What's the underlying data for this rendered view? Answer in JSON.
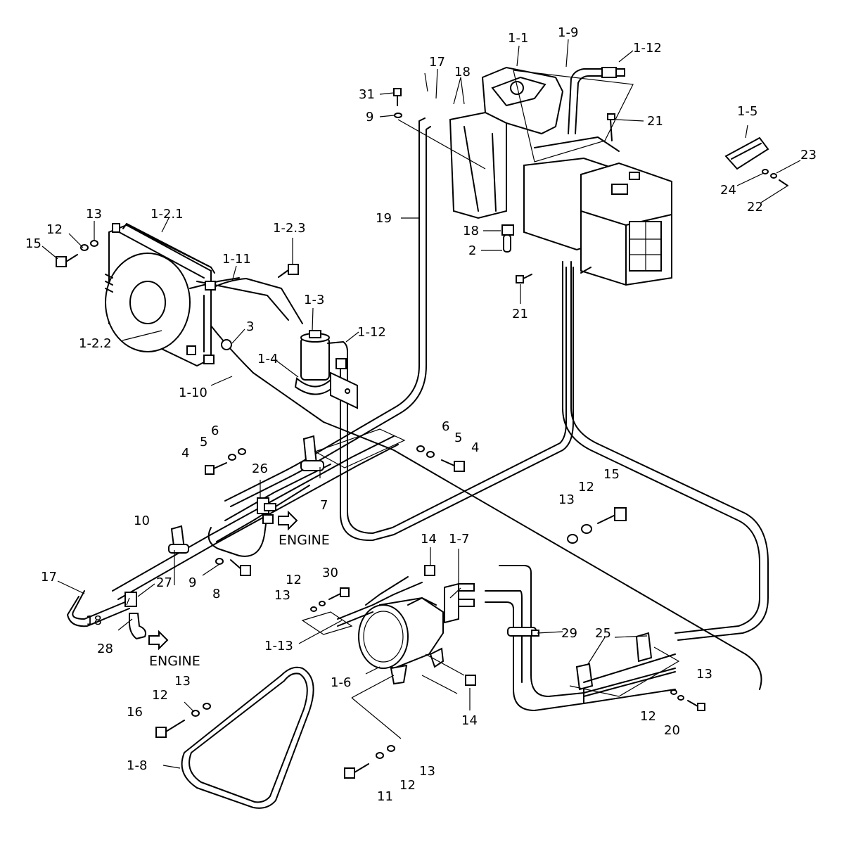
{
  "labels": {
    "l_1_1": "1-1",
    "l_1_9": "1-9",
    "l_1_12_top": "1-12",
    "l_17_top": "17",
    "l_18_top": "18",
    "l_31": "31",
    "l_9_top": "9",
    "l_21_top": "21",
    "l_1_5": "1-5",
    "l_23": "23",
    "l_24": "24",
    "l_22": "22",
    "l_13_rad": "13",
    "l_1_2_1": "1-2.1",
    "l_12_rad": "12",
    "l_15_rad": "15",
    "l_1_2_3": "1-2.3",
    "l_1_11": "1-11",
    "l_19": "19",
    "l_18_mid": "18",
    "l_2": "2",
    "l_21_bot": "21",
    "l_1_3": "1-3",
    "l_3": "3",
    "l_1_12_mid": "1-12",
    "l_1_2_2": "1-2.2",
    "l_1_4": "1-4",
    "l_1_10": "1-10",
    "l_6_left": "6",
    "l_5_left": "5",
    "l_4_left": "4",
    "l_26": "26",
    "l_7": "7",
    "l_6_right": "6",
    "l_5_right": "5",
    "l_4_right": "4",
    "l_13_right": "13",
    "l_12_right": "12",
    "l_15_right": "15",
    "l_10": "10",
    "l_9_bot": "9",
    "l_8": "8",
    "l_14_top": "14",
    "l_1_7": "1-7",
    "l_17_bot": "17",
    "l_27": "27",
    "l_18_bot": "18",
    "l_28": "28",
    "l_12_mid": "12",
    "l_30": "30",
    "l_13_mid": "13",
    "l_1_13": "1-13",
    "l_29": "29",
    "l_25": "25",
    "l_13_br": "13",
    "l_12_br": "12",
    "l_20": "20",
    "l_1_6": "1-6",
    "l_14_bot": "14",
    "l_13_low": "13",
    "l_12_low": "12",
    "l_16": "16",
    "l_1_8": "1-8",
    "l_11": "11",
    "l_12_btm": "12",
    "l_13_btm": "13"
  },
  "arrows": {
    "engine_1": "ENGINE",
    "engine_2": "ENGINE"
  }
}
